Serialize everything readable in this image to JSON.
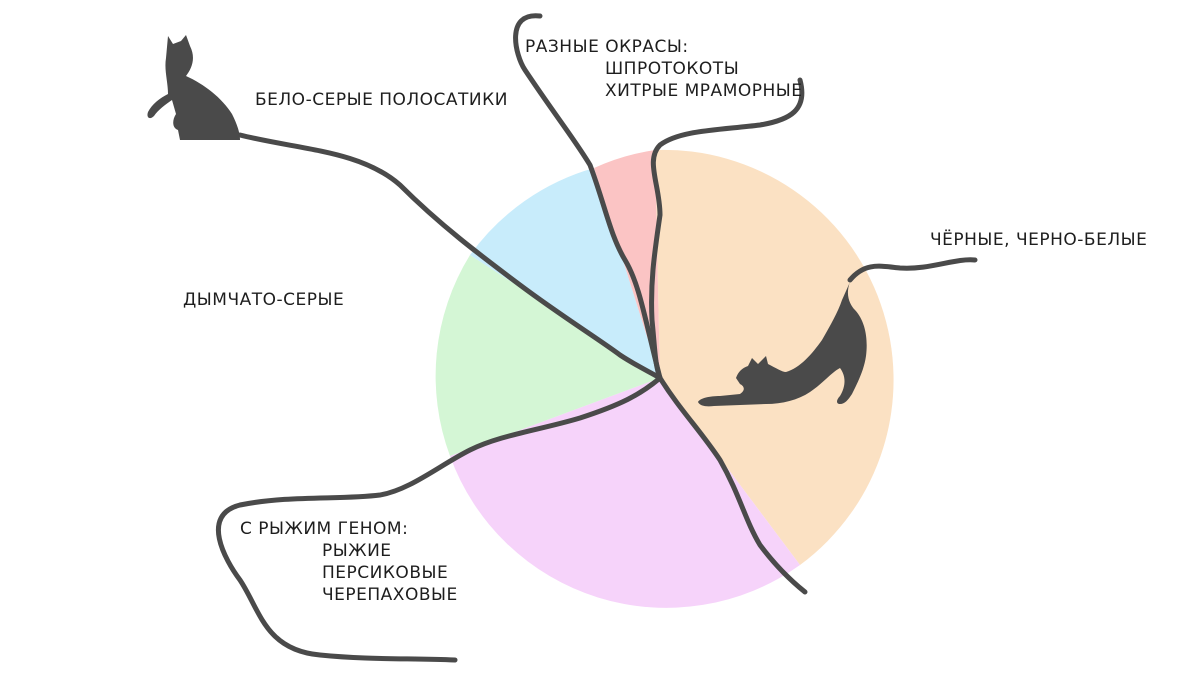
{
  "diagram": {
    "colors": {
      "tabby_white_grey": "#c8ecfb",
      "various": "#fbc4c4",
      "black_black_white": "#fbe1c3",
      "ginger_gene": "#f6d3fa",
      "smoky_grey": "#d4f6d5",
      "thread": "#4a4a4a",
      "cat": "#4a4a4a"
    },
    "labels": {
      "white_grey_tabby": "БЕЛО-СЕРЫЕ ПОЛОСАТИКИ",
      "various_title": "РАЗНЫЕ ОКРАСЫ:",
      "various_items": [
        "ШПРОТОКОТЫ",
        "ХИТРЫЕ МРАМОРНЫЕ"
      ],
      "black": "ЧЁРНЫЕ, ЧЕРНО-БЕЛЫЕ",
      "smoky_grey": "ДЫМЧАТО-СЕРЫЕ",
      "ginger_title": "С РЫЖИМ ГЕНОМ:",
      "ginger_items": [
        "РЫЖИЕ",
        "ПЕРСИКОВЫЕ",
        "ЧЕРЕПАХОВЫЕ"
      ]
    },
    "icons": {
      "sitting_cat": "sitting-cat-silhouette",
      "stretching_cat": "stretching-cat-silhouette"
    }
  }
}
